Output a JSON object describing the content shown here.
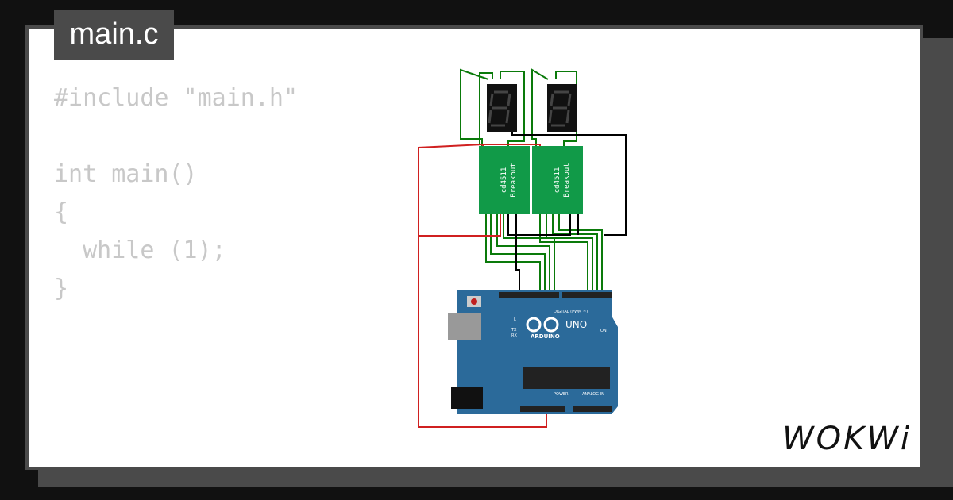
{
  "tab": {
    "filename": "main.c"
  },
  "code": {
    "lines": [
      "#include \"main.h\"",
      "",
      "int main()",
      "{",
      "  while (1);",
      "}"
    ]
  },
  "circuit": {
    "breakout_label_line1": "cd4511",
    "breakout_label_line2": "Breakout",
    "arduino": {
      "brand": "ARDUINO",
      "model": "UNO",
      "digital_label": "DIGITAL (PWM ~)",
      "power_label": "POWER",
      "analog_label": "ANALOG IN",
      "on_label": "ON",
      "l_label": "L",
      "tx_label": "TX",
      "rx_label": "RX"
    }
  },
  "brand": {
    "name": "WOKWi"
  },
  "colors": {
    "wire_green": "#0a7a0a",
    "wire_red": "#d02020",
    "wire_black": "#000000",
    "board_green": "#119a48",
    "arduino_blue": "#2b6a9a"
  }
}
